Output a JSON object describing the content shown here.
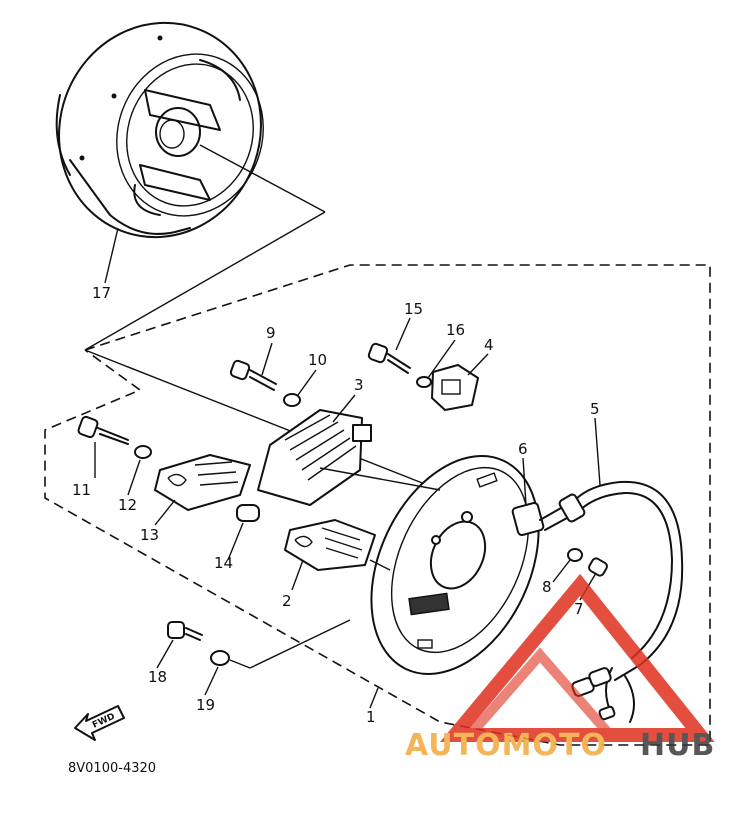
{
  "diagram": {
    "part_numbers": [
      "1",
      "2",
      "3",
      "4",
      "5",
      "6",
      "7",
      "8",
      "9",
      "10",
      "11",
      "12",
      "13",
      "14",
      "15",
      "16",
      "17",
      "18",
      "19"
    ],
    "code": "8V0100-4320",
    "fwd_label": "FWD",
    "watermark": {
      "brand_a": "AUTOMOTO",
      "brand_b": "HUB"
    },
    "colors": {
      "ink": "#111111",
      "watermark_red": "#e0301e",
      "watermark_orange": "#f2a93b",
      "watermark_dark": "#3a3a3a"
    }
  }
}
